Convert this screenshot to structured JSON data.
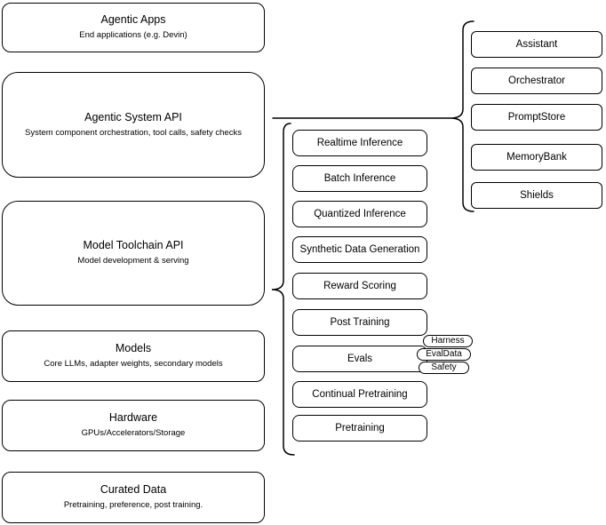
{
  "diagram": {
    "title": "Agentic stack layer diagram",
    "colors": {
      "background": "#ffffff",
      "stroke": "#000000",
      "fill": "#ffffff",
      "text": "#000000"
    },
    "left_column": [
      {
        "title": "Agentic Apps",
        "subtitle": "End applications (e.g. Devin)"
      },
      {
        "title": "Agentic System API",
        "subtitle": "System component orchestration, tool calls, safety checks"
      },
      {
        "title": "Model Toolchain API",
        "subtitle": "Model development & serving"
      },
      {
        "title": "Models",
        "subtitle": "Core LLMs, adapter weights, secondary models"
      },
      {
        "title": "Hardware",
        "subtitle": "GPUs/Accelerators/Storage"
      },
      {
        "title": "Curated Data",
        "subtitle": "Pretraining, preference, post training."
      }
    ],
    "toolchain_nodes": [
      "Realtime Inference",
      "Batch Inference",
      "Quantized Inference",
      "Synthetic Data Generation",
      "Reward Scoring",
      "Post Training",
      "Evals",
      "Continual Pretraining",
      "Pretraining"
    ],
    "eval_pills": [
      "Harness",
      "EvalData",
      "Safety"
    ],
    "agentic_nodes": [
      "Assistant",
      "Orchestrator",
      "PromptStore",
      "MemoryBank",
      "Shields"
    ]
  }
}
